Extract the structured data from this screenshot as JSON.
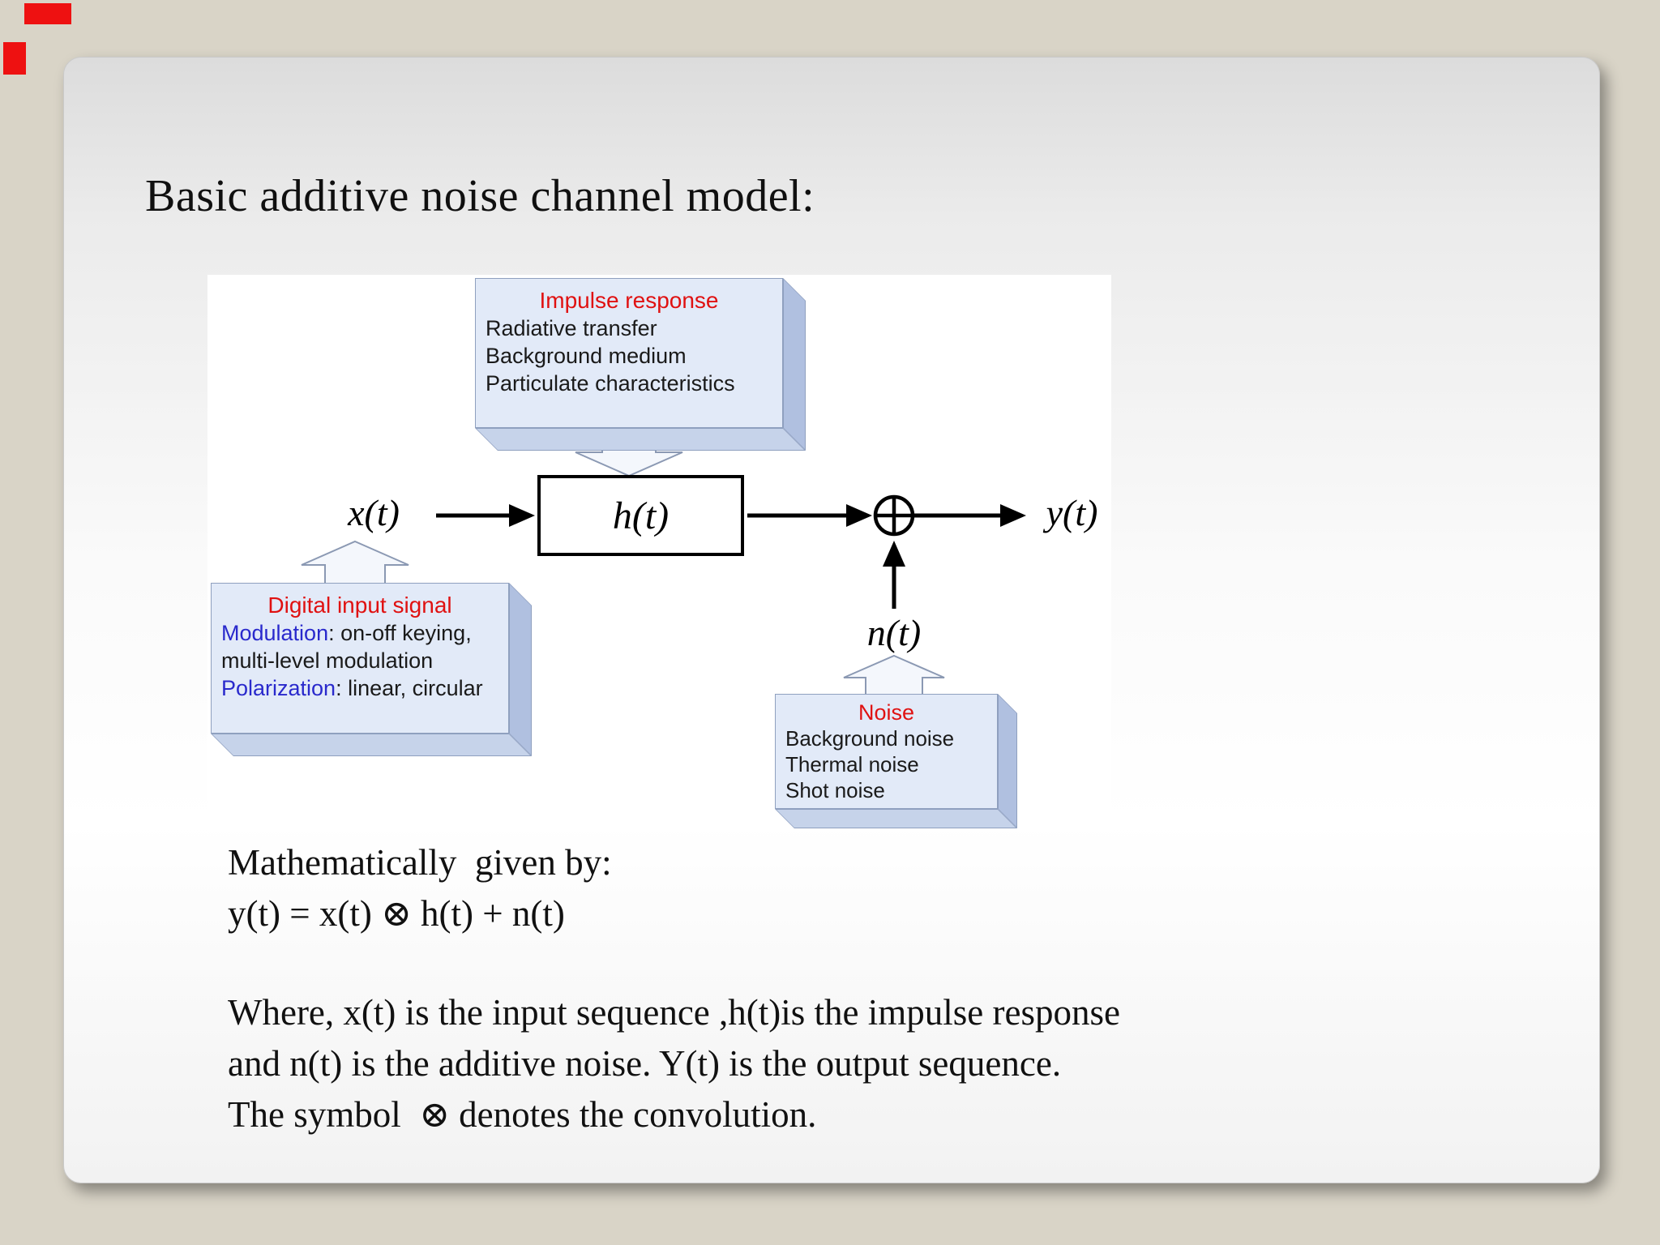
{
  "slide": {
    "title": "Basic additive noise channel model:",
    "diagram": {
      "impulse_panel": {
        "title": "Impulse response",
        "lines": [
          "Radiative transfer",
          "Background medium",
          "Particulate characteristics"
        ]
      },
      "digital_panel": {
        "title": "Digital input signal",
        "line1_label": "Modulation",
        "line1_rest": ": on-off keying,",
        "line2": "multi-level modulation",
        "line3_label": "Polarization",
        "line3_rest": ": linear, circular"
      },
      "noise_panel": {
        "title": "Noise",
        "lines": [
          "Background noise",
          "Thermal noise",
          "Shot noise"
        ]
      },
      "labels": {
        "input": "x(t)",
        "system": "h(t)",
        "noise": "n(t)",
        "output": "y(t)"
      }
    },
    "body": {
      "line1": "Mathematically  given by:",
      "line2": "y(t) = x(t) ⊗ h(t) + n(t)",
      "line3": "Where, x(t) is the input sequence ,h(t)is the impulse response",
      "line4": "and n(t) is the additive noise. Y(t) is the output sequence.",
      "line5": "The symbol  ⊗ denotes the convolution."
    },
    "colors": {
      "canvas_background": "#d9d4c7",
      "panel_fill": "#e2eaf8",
      "panel_edge_right": "#b0c0e0",
      "panel_edge_bottom": "#c6d3ea",
      "title_red": "#e01111",
      "label_blue": "#2929cc",
      "marker_red": "#ee1111"
    }
  }
}
